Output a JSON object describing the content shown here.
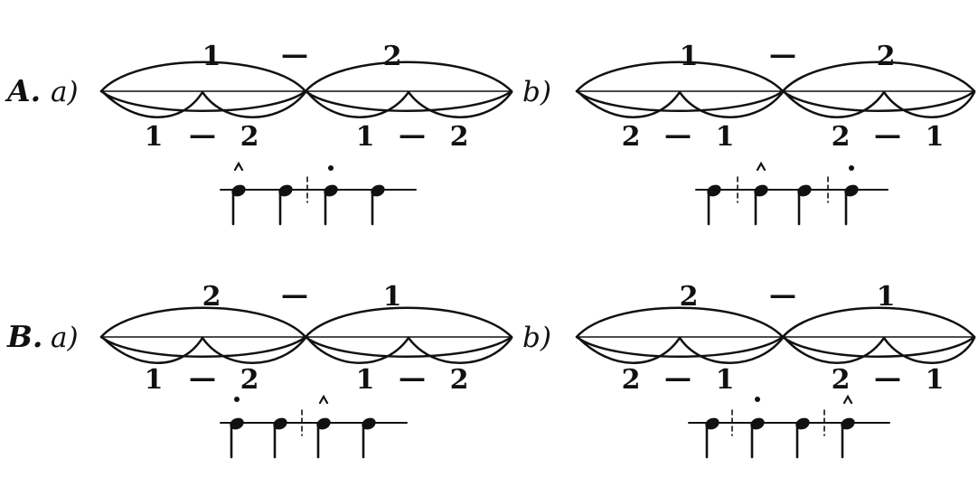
{
  "diagram": {
    "rows": [
      {
        "label": "A.",
        "panels": [
          {
            "sub": "a)",
            "top": [
              "1",
              "—",
              "2"
            ],
            "bottom_left": [
              "1",
              "—",
              "2"
            ],
            "bottom_right": [
              "1",
              "—",
              "2"
            ],
            "notes": [
              {
                "kind": "accent",
                "symbol": "^"
              },
              {
                "kind": "plain",
                "symbol": ""
              },
              {
                "kind": "staccato",
                "symbol": "•"
              },
              {
                "kind": "plain",
                "symbol": ""
              }
            ]
          },
          {
            "sub": "b)",
            "top": [
              "1",
              "—",
              "2"
            ],
            "bottom_left": [
              "2",
              "—",
              "1"
            ],
            "bottom_right": [
              "2",
              "—",
              "1"
            ],
            "notes": [
              {
                "kind": "plain",
                "symbol": ""
              },
              {
                "kind": "accent",
                "symbol": "^"
              },
              {
                "kind": "plain",
                "symbol": ""
              },
              {
                "kind": "staccato",
                "symbol": "•"
              }
            ]
          }
        ]
      },
      {
        "label": "B.",
        "panels": [
          {
            "sub": "a)",
            "top": [
              "2",
              "—",
              "1"
            ],
            "bottom_left": [
              "1",
              "—",
              "2"
            ],
            "bottom_right": [
              "1",
              "—",
              "2"
            ],
            "notes": [
              {
                "kind": "staccato",
                "symbol": "•"
              },
              {
                "kind": "plain",
                "symbol": ""
              },
              {
                "kind": "accent",
                "symbol": "^"
              },
              {
                "kind": "plain",
                "symbol": ""
              }
            ]
          },
          {
            "sub": "b)",
            "top": [
              "2",
              "—",
              "1"
            ],
            "bottom_left": [
              "2",
              "—",
              "1"
            ],
            "bottom_right": [
              "2",
              "—",
              "1"
            ],
            "notes": [
              {
                "kind": "plain",
                "symbol": ""
              },
              {
                "kind": "staccato",
                "symbol": "•"
              },
              {
                "kind": "plain",
                "symbol": ""
              },
              {
                "kind": "accent",
                "symbol": "^"
              }
            ]
          }
        ]
      }
    ]
  }
}
